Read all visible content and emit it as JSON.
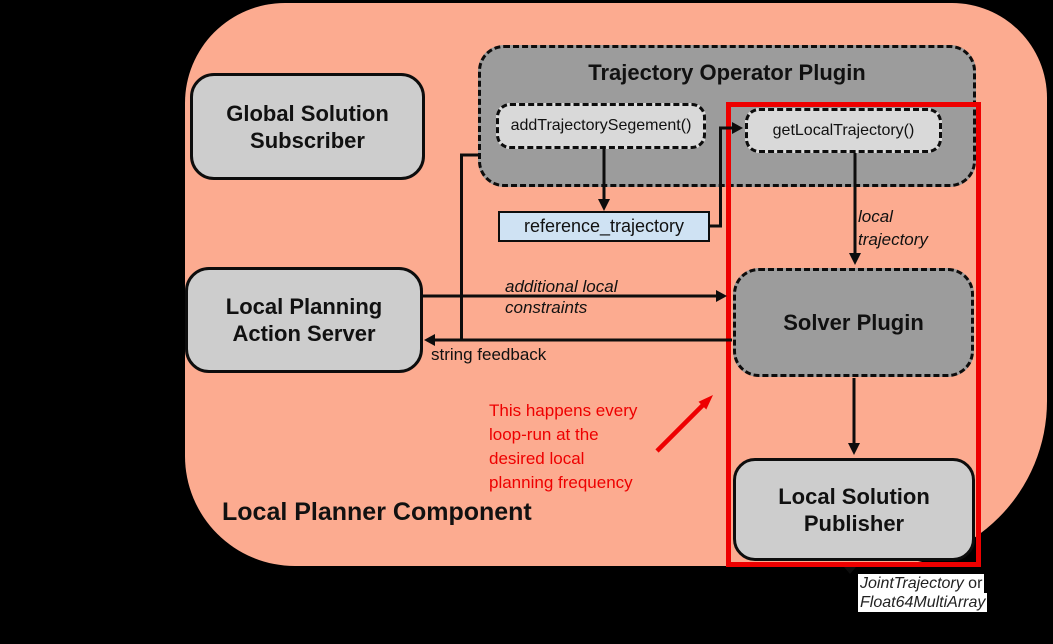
{
  "diagram": {
    "component_label": "Local Planner Component",
    "nodes": {
      "global_solution_subscriber": "Global Solution Subscriber",
      "trajectory_operator_plugin": "Trajectory Operator Plugin",
      "add_trajectory_segment": "addTrajectorySegement()",
      "get_local_trajectory": "getLocalTrajectory()",
      "reference_trajectory": "reference_trajectory",
      "local_planning_action_server": "Local Planning Action Server",
      "solver_plugin": "Solver Plugin",
      "local_solution_publisher": "Local Solution Publisher"
    },
    "edge_labels": {
      "additional_local_constraints": "additional local\nconstraints",
      "string_feedback": "string feedback",
      "local_trajectory": "local\ntrajectory"
    },
    "annotations": {
      "loop_note": "This happens every\nloop-run at the\ndesired local\nplanning frequency",
      "message_type_line1_italic": "JointTrajectory",
      "message_type_line1_rest": " or",
      "message_type_line2": "Float64MultiArray"
    },
    "colors": {
      "background": "#000000",
      "component_fill": "#fcab90",
      "node_fill": "#cdcdcd",
      "function_fill": "#d9d9d9",
      "plugin_fill": "#9c9c9c",
      "reference_fill": "#cfe2f3",
      "highlight_red": "#ee0000"
    }
  }
}
